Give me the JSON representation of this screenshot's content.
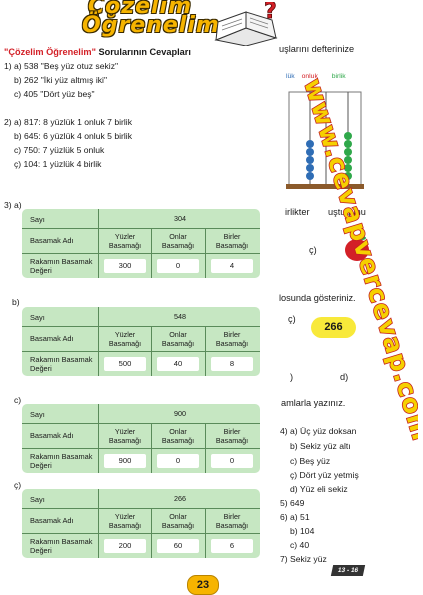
{
  "header": {
    "logo_line1": "Çözelim",
    "logo_line2": "Öğrenelim",
    "logo_alt": "?"
  },
  "section": {
    "title_red": "\"Çözelim Öğrenelim\"",
    "title_rest": " Sorularının Cevapları"
  },
  "answers_1": [
    "1) a) 538 \"Beş yüz otuz sekiz\"",
    "b) 262 \"İki yüz altmış iki\"",
    "c) 405 \"Dört yüz beş\""
  ],
  "answers_2": [
    "2) a) 817: 8 yüzlük 1 onluk 7 birlik",
    "b) 645: 6 yüzlük 4 onluk 5 birlik",
    "c) 750: 7 yüzlük 5 onluk",
    "ç) 104: 1 yüzlük 4 birlik"
  ],
  "q3_label": "3) a)",
  "table_labels": {
    "number": "Sayı",
    "place_name": "Basamak Adı",
    "digit_value": "Rakamın Basamak Değeri",
    "hundreds": "Yüzler Basamağı",
    "tens": "Onlar Basamağı",
    "ones": "Birler Basamağı"
  },
  "tables": [
    {
      "label": "",
      "number": "304",
      "values": [
        "300",
        "0",
        "4"
      ]
    },
    {
      "label": "b)",
      "number": "548",
      "values": [
        "500",
        "40",
        "8"
      ]
    },
    {
      "label": "c)",
      "number": "900",
      "values": [
        "900",
        "0",
        "0"
      ]
    },
    {
      "label": "ç)",
      "number": "266",
      "values": [
        "200",
        "60",
        "6"
      ]
    }
  ],
  "cutoff_text": {
    "t1": "uşlarını defterinize",
    "abacus_labels": [
      "lük",
      "onluk",
      "birlik"
    ],
    "t2": "irlikter",
    "t2b": "uştuğunu",
    "t3": "ç)",
    "t4": "losunda gösteriniz.",
    "t5": "ç)",
    "oval": "266",
    "t6": ")",
    "t6b": "d)",
    "t7": "amlarla yazınız."
  },
  "answers_right": [
    "4) a) Üç yüz doksan",
    "b) Sekiz yüz altı",
    "c) Beş yüz",
    "ç) Dört yüz yetmiş",
    "d) Yüz eli sekiz",
    "5) 649",
    "6) a) 51",
    "b) 104",
    "c) 40",
    "7) Sekiz yüz"
  ],
  "watermark": "www.cevapvercevap.com",
  "footer": {
    "page_number": "23",
    "page_badge": "13 - 16"
  }
}
